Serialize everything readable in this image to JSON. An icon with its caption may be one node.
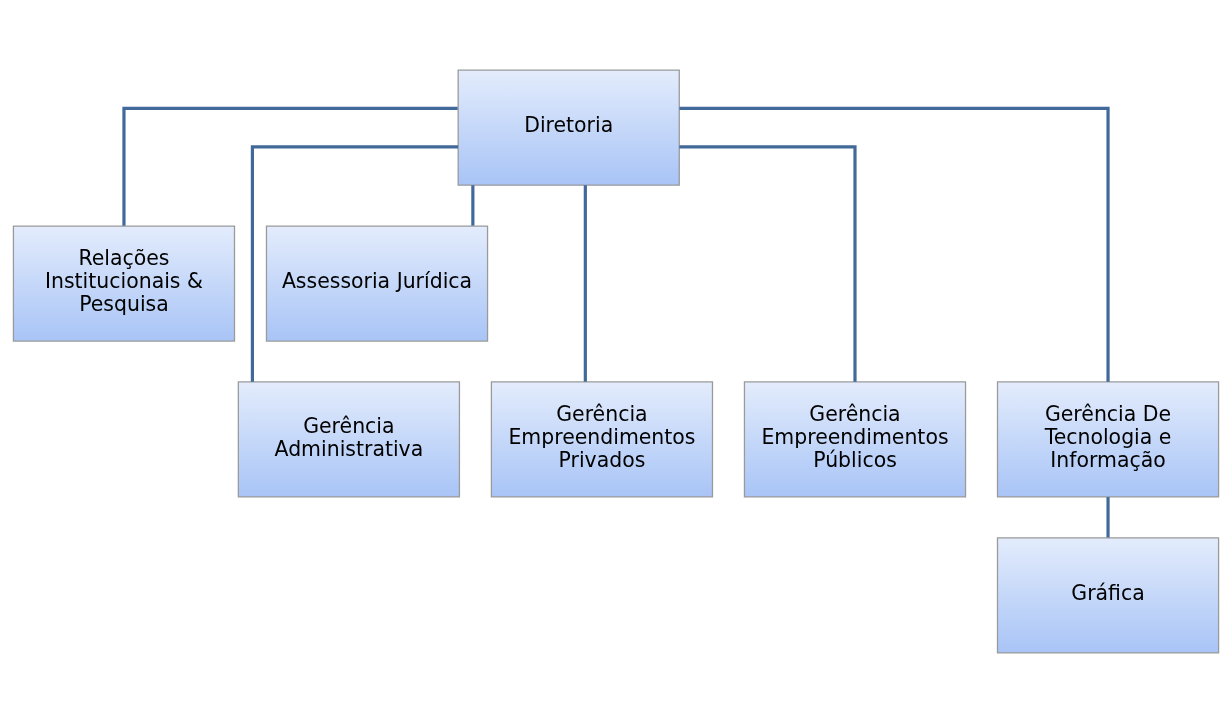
{
  "diagram": {
    "nodes": [
      {
        "text": [
          "Diretoria"
        ]
      },
      {
        "text": [
          "Relações Institucionais & Pesquisa"
        ]
      },
      {
        "text": [
          "Assessoria Jurídica"
        ]
      },
      {
        "text": [
          "Gerência Administrativa"
        ]
      },
      {
        "text": [
          "Gerência Empreendimentos Privados"
        ]
      },
      {
        "text": [
          "Gerência Empreendimentos Públicos"
        ]
      },
      {
        "text": [
          "Gerência De Tecnologia e Informação"
        ]
      },
      {
        "text": [
          "Gráfica"
        ]
      }
    ],
    "edges": [
      {
        "from": 0,
        "to": 1,
        "arrow": "none"
      },
      {
        "from": 0,
        "to": 2,
        "arrow": "none"
      },
      {
        "from": 0,
        "to": 3,
        "arrow": "none"
      },
      {
        "from": 0,
        "to": 4,
        "arrow": "none"
      },
      {
        "from": 0,
        "to": 5,
        "arrow": "none"
      },
      {
        "from": 0,
        "to": 6,
        "arrow": "none"
      },
      {
        "from": 6,
        "to": 7,
        "arrow": "none"
      }
    ]
  }
}
